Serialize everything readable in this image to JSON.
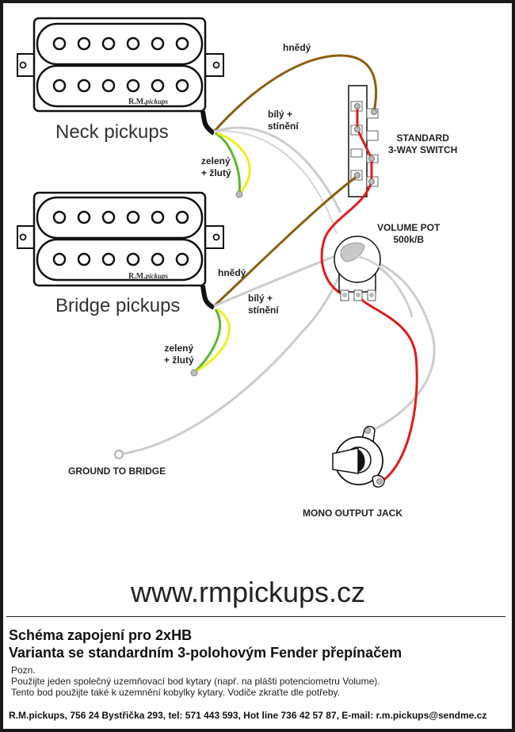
{
  "pickups": {
    "neck": {
      "label": "Neck pickups",
      "brand": "R.M.pickups"
    },
    "bridge": {
      "label": "Bridge pickups",
      "brand": "R.M.pickups"
    }
  },
  "wire_labels": {
    "neck_brown": "hnědý",
    "neck_white_line1": "bílý +",
    "neck_white_line2": "stínění",
    "neck_greenyellow_line1": "zelený",
    "neck_greenyellow_line2": "+ žlutý",
    "bridge_brown": "hnědý",
    "bridge_white_line1": "bílý +",
    "bridge_white_line2": "stínění",
    "bridge_greenyellow_line1": "zelený",
    "bridge_greenyellow_line2": "+ žlutý"
  },
  "components": {
    "switch_line1": "STANDARD",
    "switch_line2": "3-WAY SWITCH",
    "pot_line1": "VOLUME POT",
    "pot_line2": "500k/B",
    "ground": "GROUND TO BRIDGE",
    "jack": "MONO OUTPUT JACK"
  },
  "colors": {
    "brown_wire": "#8b5e10",
    "white_wire": "#cccccc",
    "green_wire": "#5cb82e",
    "yellow_wire": "#f2ef1a",
    "hot_wire": "#e01b1b",
    "frame": "#1a1a1a"
  },
  "website": "www.rmpickups.cz",
  "title_line1": "Schéma zapojení pro 2xHB",
  "title_line2": "Varianta se standardním 3-polohovým Fender přepínačem",
  "notes": [
    "Pozn.",
    "Použijte jeden společný uzemňovací bod kytary (např. na plášti potenciometru Volume).",
    "Tento bod použijte také k uzemnění kobylky kytary. Vodiče  zkraťte dle potřeby."
  ],
  "footer": "R.M.pickups, 756 24 Bystřička 293, tel: 571 443 593, Hot line 736 42 57 87, E-mail: r.m.pickups@sendme.cz"
}
